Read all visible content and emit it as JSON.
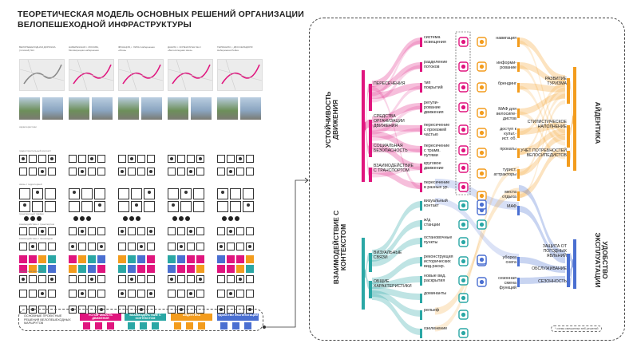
{
  "title": "ТЕОРЕТИЧЕСКАЯ МОДЕЛЬ ОСНОВНЫХ РЕШЕНИЙ ОРГАНИЗАЦИИ ВЕЛОПЕШЕХОДНОЙ ИНФРАСТРУКТУРЫ",
  "poster": {
    "columns": [
      {
        "head": "ВЕЛОПЕШЕХОДНАЯ ДОРОЖКА (типовой) №1"
      },
      {
        "head": "НАБЕРЕЖНАЯ г. МОСКВА, Москворецкая набережная"
      },
      {
        "head": "ФРАНЦИЯ, г. ЛИОН Набережная «Рона»"
      },
      {
        "head": "ДАНИЯ, г. КОПЕНГАГЕН Мост «Велосипедная змея»"
      },
      {
        "head": "ГЕРМАНИЯ, г. ДЮССЕЛЬДОРФ Набережная Рейна"
      }
    ],
    "rows": [
      "характеристики",
      "градостроительный контекст",
      "связь с территорией",
      "транспортный трафик",
      "взаимодействие с транспортом",
      "взаимодействие с пешеходом",
      "транзитные решения"
    ],
    "legend": {
      "text": "ОСНОВНЫЕ ПРОЕКТНЫЕ РЕШЕНИЯ ВЕЛОПЕШЕХОДНЫХ МАРШРУТОВ",
      "buttons": [
        {
          "label": "УСТОЙЧИВОСТЬ ДВИЖЕНИЯ",
          "color": "#e0157e"
        },
        {
          "label": "ВЗАИМОДЕЙСТВИЕ С КОНТЕКСТОМ",
          "color": "#2aa7a5"
        },
        {
          "label": "АЙДЕНТИКА",
          "color": "#f39c1d"
        },
        {
          "label": "УДОБСТВО ЭКСПЛУАТАЦИИ",
          "color": "#4a6fd1"
        }
      ]
    }
  },
  "diagram": {
    "colors": {
      "pink": "#e0157e",
      "teal": "#2aa7a5",
      "orange": "#f39c1d",
      "blue": "#4a6fd1"
    },
    "left_top_title": "УСТОЙЧИВОСТЬ\nДВИЖЕНИЯ",
    "left_bottom_title": "ВЗАИМОДЕЙСТВИЕ С\nКОНТЕКСТОМ",
    "right_top_title": "АЙДЕНТИКА",
    "right_bottom_title": "УДОБСТВО\nЭКСПЛУАТАЦИИ",
    "left_pink_groups": [
      "ПЕРЕСЕЧЕНИЯ",
      "СРЕДСТВА\nОРГАНИЗАЦИИ\nДВИЖЕНИЯ",
      "СОЦИАЛЬНАЯ\nБЕЗОПАСНОСТЬ",
      "ВЗАИМОДЕЙСТВИЕ\nС ТРАНСПОРТОМ"
    ],
    "left_teal_groups": [
      "ВИЗУАЛЬНЫЕ\nСВЯЗИ",
      "ОБЩИЕ\nХАРАКТЕРИСТИКИ"
    ],
    "right_orange_groups": [
      "РАЗВИТИЕ\nТУРИЗМА",
      "СТИЛИСТИЧЕСКОЕ\nНАПОЛНЕНИЕ",
      "УЧЕТ ПОТРЕБНОСТЕЙ\nВЕЛОСИПЕДИСТОВ"
    ],
    "right_blue_groups": [
      "ЗАЩИТА ОТ\nПОГОДНЫХ\nЯВЛЕНИЙ",
      "ОБСЛУЖИВАНИЕ",
      "СЕЗОННОСТЬ"
    ],
    "left_items": [
      "система\nосвещения",
      "разделение\nпотоков",
      "тип\nпокрытий",
      "регули-\nрование\nдвижения",
      "пересечение\nс проезжей\nчастью",
      "пересечение\nс трамв.\nпутями",
      "круговое\nдвижение",
      "пересечение\nв разных ур.",
      "визуальный\nконтакт",
      "ж/д\nстанции",
      "остановочные\nпункты",
      "реконструкция\nисторических\nвид.раскр.",
      "новые вид.\nраскрытия",
      "доминанты",
      "рельеф",
      "озеленение"
    ],
    "right_items": [
      "навигация",
      "информи-\nрование",
      "брендинг",
      "МАФ для\nвелосипе-\nдистов",
      "доступ к\nкульт.-\nист. об.",
      "прокаты",
      "турист.\nаттракторы",
      "места\nотдыха",
      "МАФ",
      "уборка\nснега",
      "сезонная\nсмена\nфункций"
    ],
    "note": "* схема смешанных веб-решений"
  }
}
